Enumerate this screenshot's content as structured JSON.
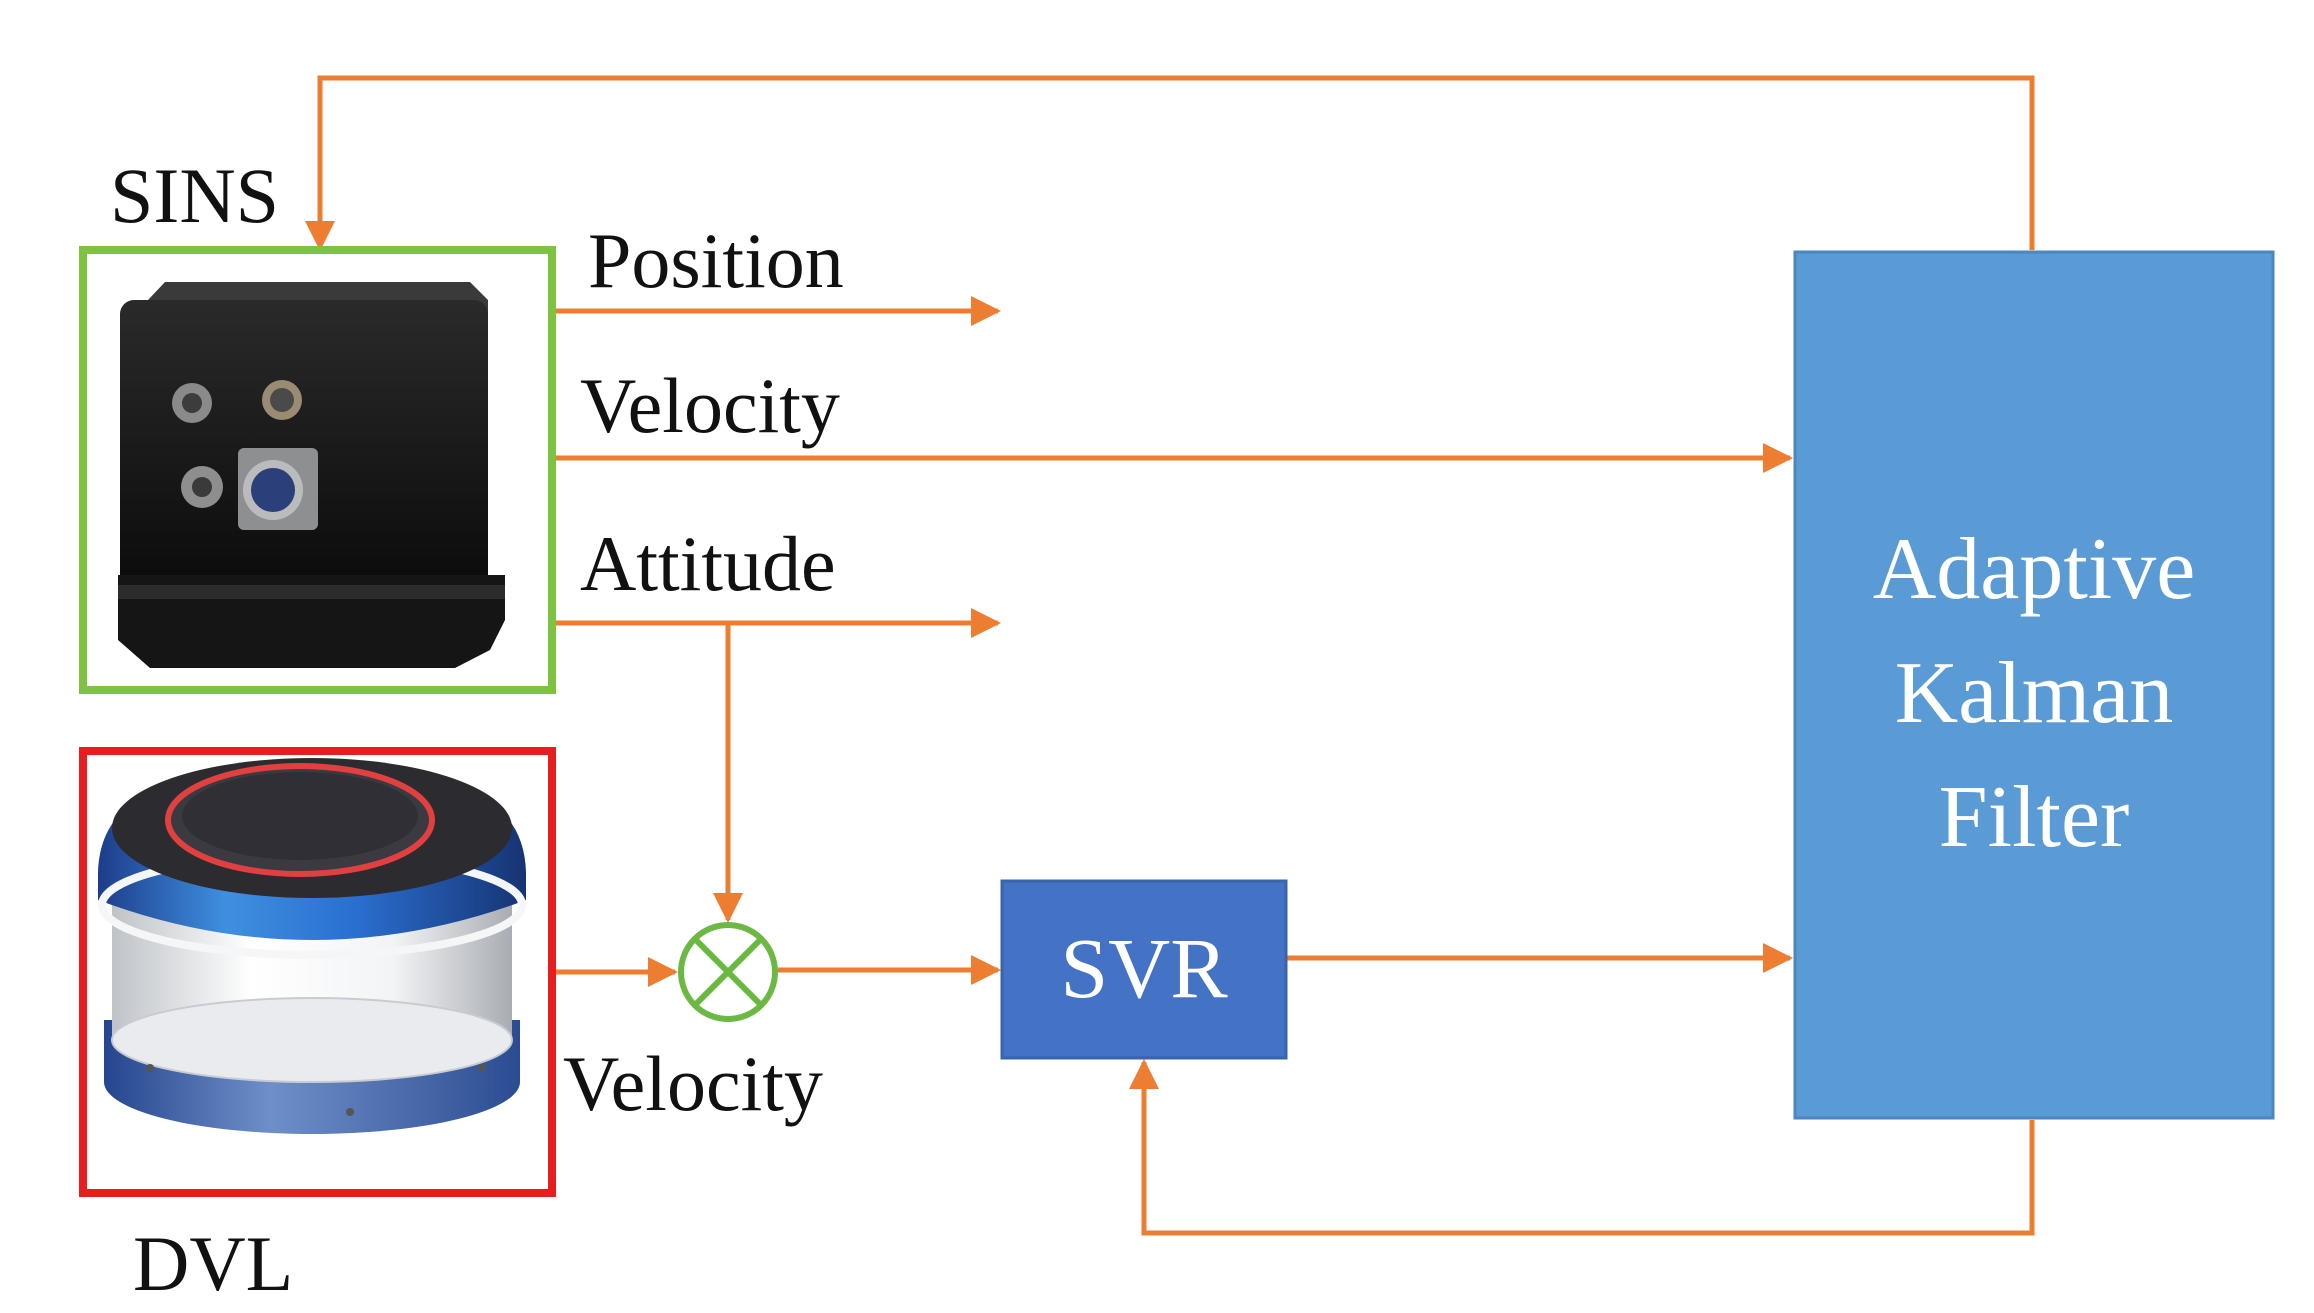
{
  "labels": {
    "sins": "SINS",
    "dvl": "DVL",
    "position": "Position",
    "velocity_sins": "Velocity",
    "attitude": "Attitude",
    "velocity_dvl": "Velocity"
  },
  "blocks": {
    "svr": "SVR",
    "filter_line1": "Adaptive",
    "filter_line2": "Kalman",
    "filter_line3": "Filter"
  },
  "colors": {
    "arrow": "#ED7D31",
    "sins_frame": "#7DC241",
    "dvl_frame": "#E81E1E",
    "svr_fill": "#4472C4",
    "filter_fill": "#5B9BD5",
    "combiner": "#6BB842"
  },
  "icons": {
    "sins_device": "sins-device-icon",
    "dvl_device": "dvl-device-icon",
    "combiner": "circle-cross-icon"
  }
}
